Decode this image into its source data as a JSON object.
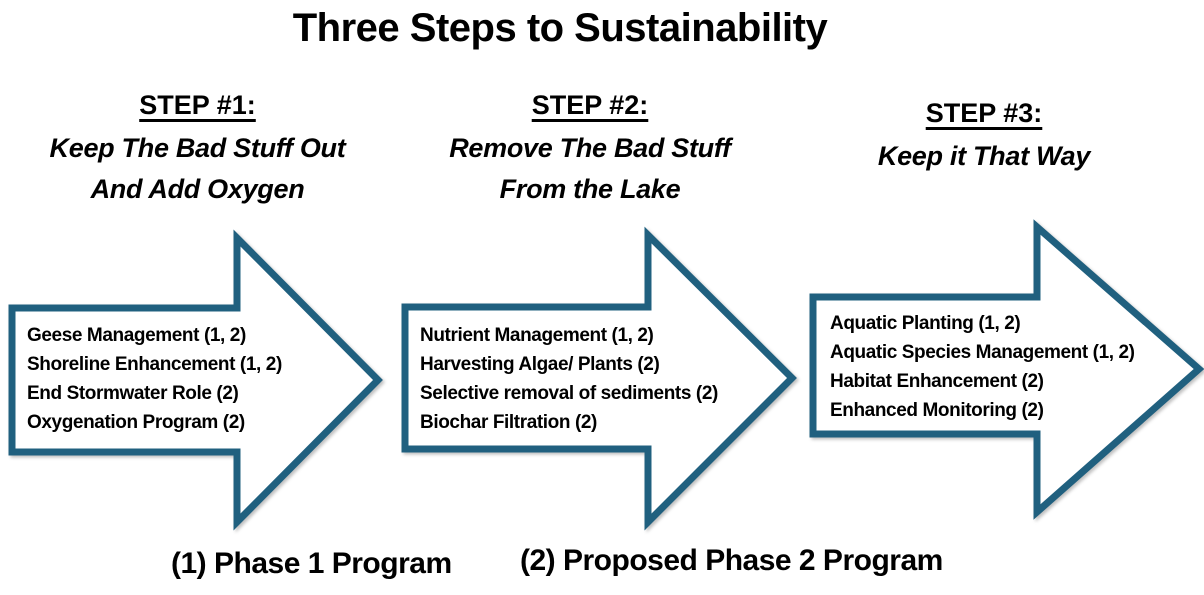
{
  "title": "Three Steps to Sustainability",
  "steps": [
    {
      "label": "STEP #1:",
      "subtitle_lines": [
        "Keep The Bad Stuff Out",
        "And Add Oxygen"
      ],
      "items": [
        "Geese Management (1, 2)",
        "Shoreline Enhancement (1, 2)",
        "End Stormwater Role (2)",
        "Oxygenation Program (2)"
      ]
    },
    {
      "label": "STEP #2:",
      "subtitle_lines": [
        "Remove The Bad Stuff",
        "From the Lake"
      ],
      "items": [
        "Nutrient Management (1, 2)",
        "Harvesting Algae/ Plants (2)",
        "Selective removal of sediments (2)",
        "Biochar Filtration (2)"
      ]
    },
    {
      "label": "STEP #3:",
      "subtitle_lines": [
        "Keep it That Way"
      ],
      "items": [
        "Aquatic Planting (1, 2)",
        "Aquatic Species Management (1, 2)",
        "Habitat Enhancement (2)",
        "Enhanced Monitoring (2)"
      ]
    }
  ],
  "legend": {
    "phase1": "(1) Phase 1 Program",
    "phase2": "(2) Proposed Phase 2 Program"
  },
  "colors": {
    "arrow_stroke": "#20607F",
    "arrow_fill": "#FFFFFF",
    "text_color": "#000000",
    "background": "#FFFFFF"
  }
}
